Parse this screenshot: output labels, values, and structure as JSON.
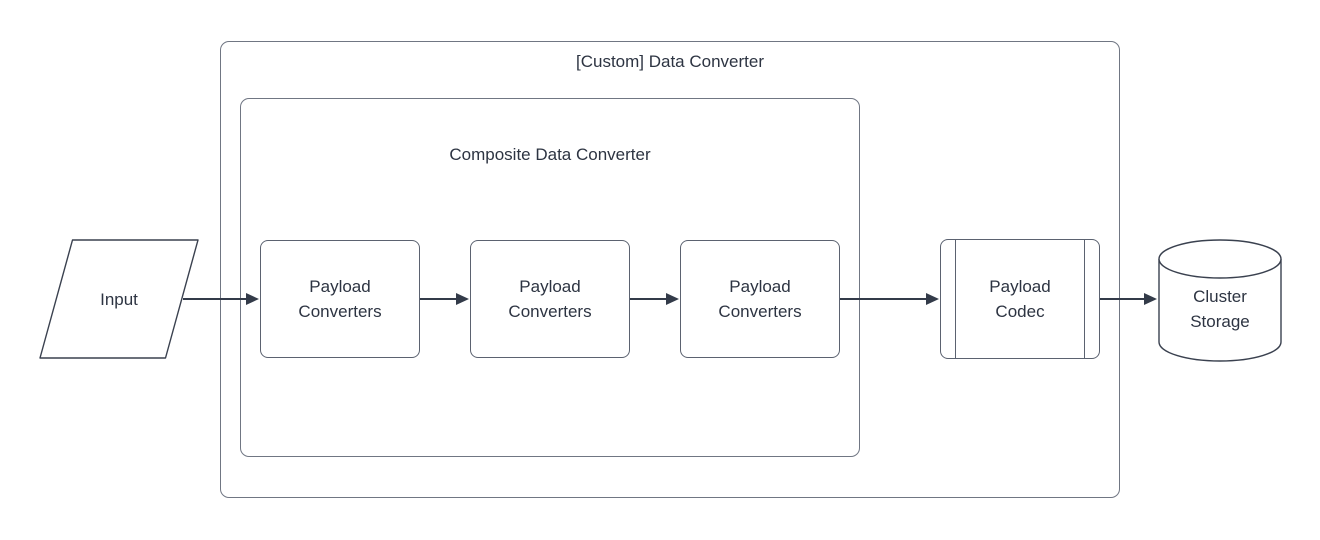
{
  "canvas": {
    "background": "#ffffff"
  },
  "colors": {
    "container_border": "#707683",
    "shape_border": "#5b6270",
    "stroke_dark": "#333b49",
    "text": "#2d3442"
  },
  "outer_container": {
    "label": "[Custom] Data Converter"
  },
  "inner_container": {
    "label": "Composite Data Converter"
  },
  "nodes": {
    "input": {
      "shape": "parallelogram",
      "label": "Input"
    },
    "payload_converter_1": {
      "shape": "rounded-rect",
      "lines": [
        "Payload",
        "Converters"
      ]
    },
    "payload_converter_2": {
      "shape": "rounded-rect",
      "lines": [
        "Payload",
        "Converters"
      ]
    },
    "payload_converter_3": {
      "shape": "rounded-rect",
      "lines": [
        "Payload",
        "Converters"
      ]
    },
    "payload_codec": {
      "shape": "predefined-process",
      "lines": [
        "Payload",
        "Codec"
      ]
    },
    "cluster_storage": {
      "shape": "cylinder",
      "lines": [
        "Cluster",
        "Storage"
      ]
    }
  },
  "edges": [
    {
      "from": "input",
      "to": "payload_converter_1"
    },
    {
      "from": "payload_converter_1",
      "to": "payload_converter_2"
    },
    {
      "from": "payload_converter_2",
      "to": "payload_converter_3"
    },
    {
      "from": "payload_converter_3",
      "to": "payload_codec"
    },
    {
      "from": "payload_codec",
      "to": "cluster_storage"
    }
  ]
}
